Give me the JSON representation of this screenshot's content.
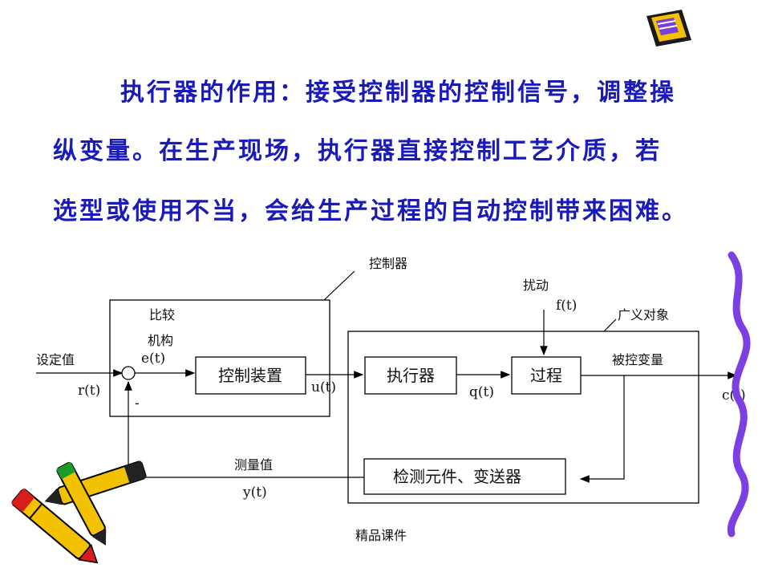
{
  "paragraph": {
    "line1": "执行器的作用：接受控制器的控制信号，调整操",
    "line2": "纵变量。在生产现场，执行器直接控制工艺介质，若",
    "line3": "选型或使用不当，会给生产过程的自动控制带来困难。"
  },
  "diagram": {
    "controller_label": "控制器",
    "compare_label_1": "比较",
    "compare_label_2": "机构",
    "setpoint_label": "设定值",
    "setpoint_signal": "r(t)",
    "error_signal": "e(t)",
    "minus_sign": "-",
    "control_device": "控制装置",
    "control_signal": "u(t)",
    "actuator": "执行器",
    "manipulated_signal": "q(t)",
    "process": "过程",
    "disturbance_label": "扰动",
    "disturbance_signal": "f(t)",
    "generalized_object_label": "广义对象",
    "controlled_variable_label": "被控变量",
    "output_signal": "c(t)",
    "sensor": "检测元件、变送器",
    "measured_label": "测量值",
    "measured_signal": "y(t)"
  },
  "footer": {
    "text": "精品课件"
  },
  "colors": {
    "text_blue": "#1a1ab8",
    "wave_purple": "#7b3fe4"
  },
  "icons": [
    "document-clipart-icon",
    "crayons-clipart-icon"
  ]
}
